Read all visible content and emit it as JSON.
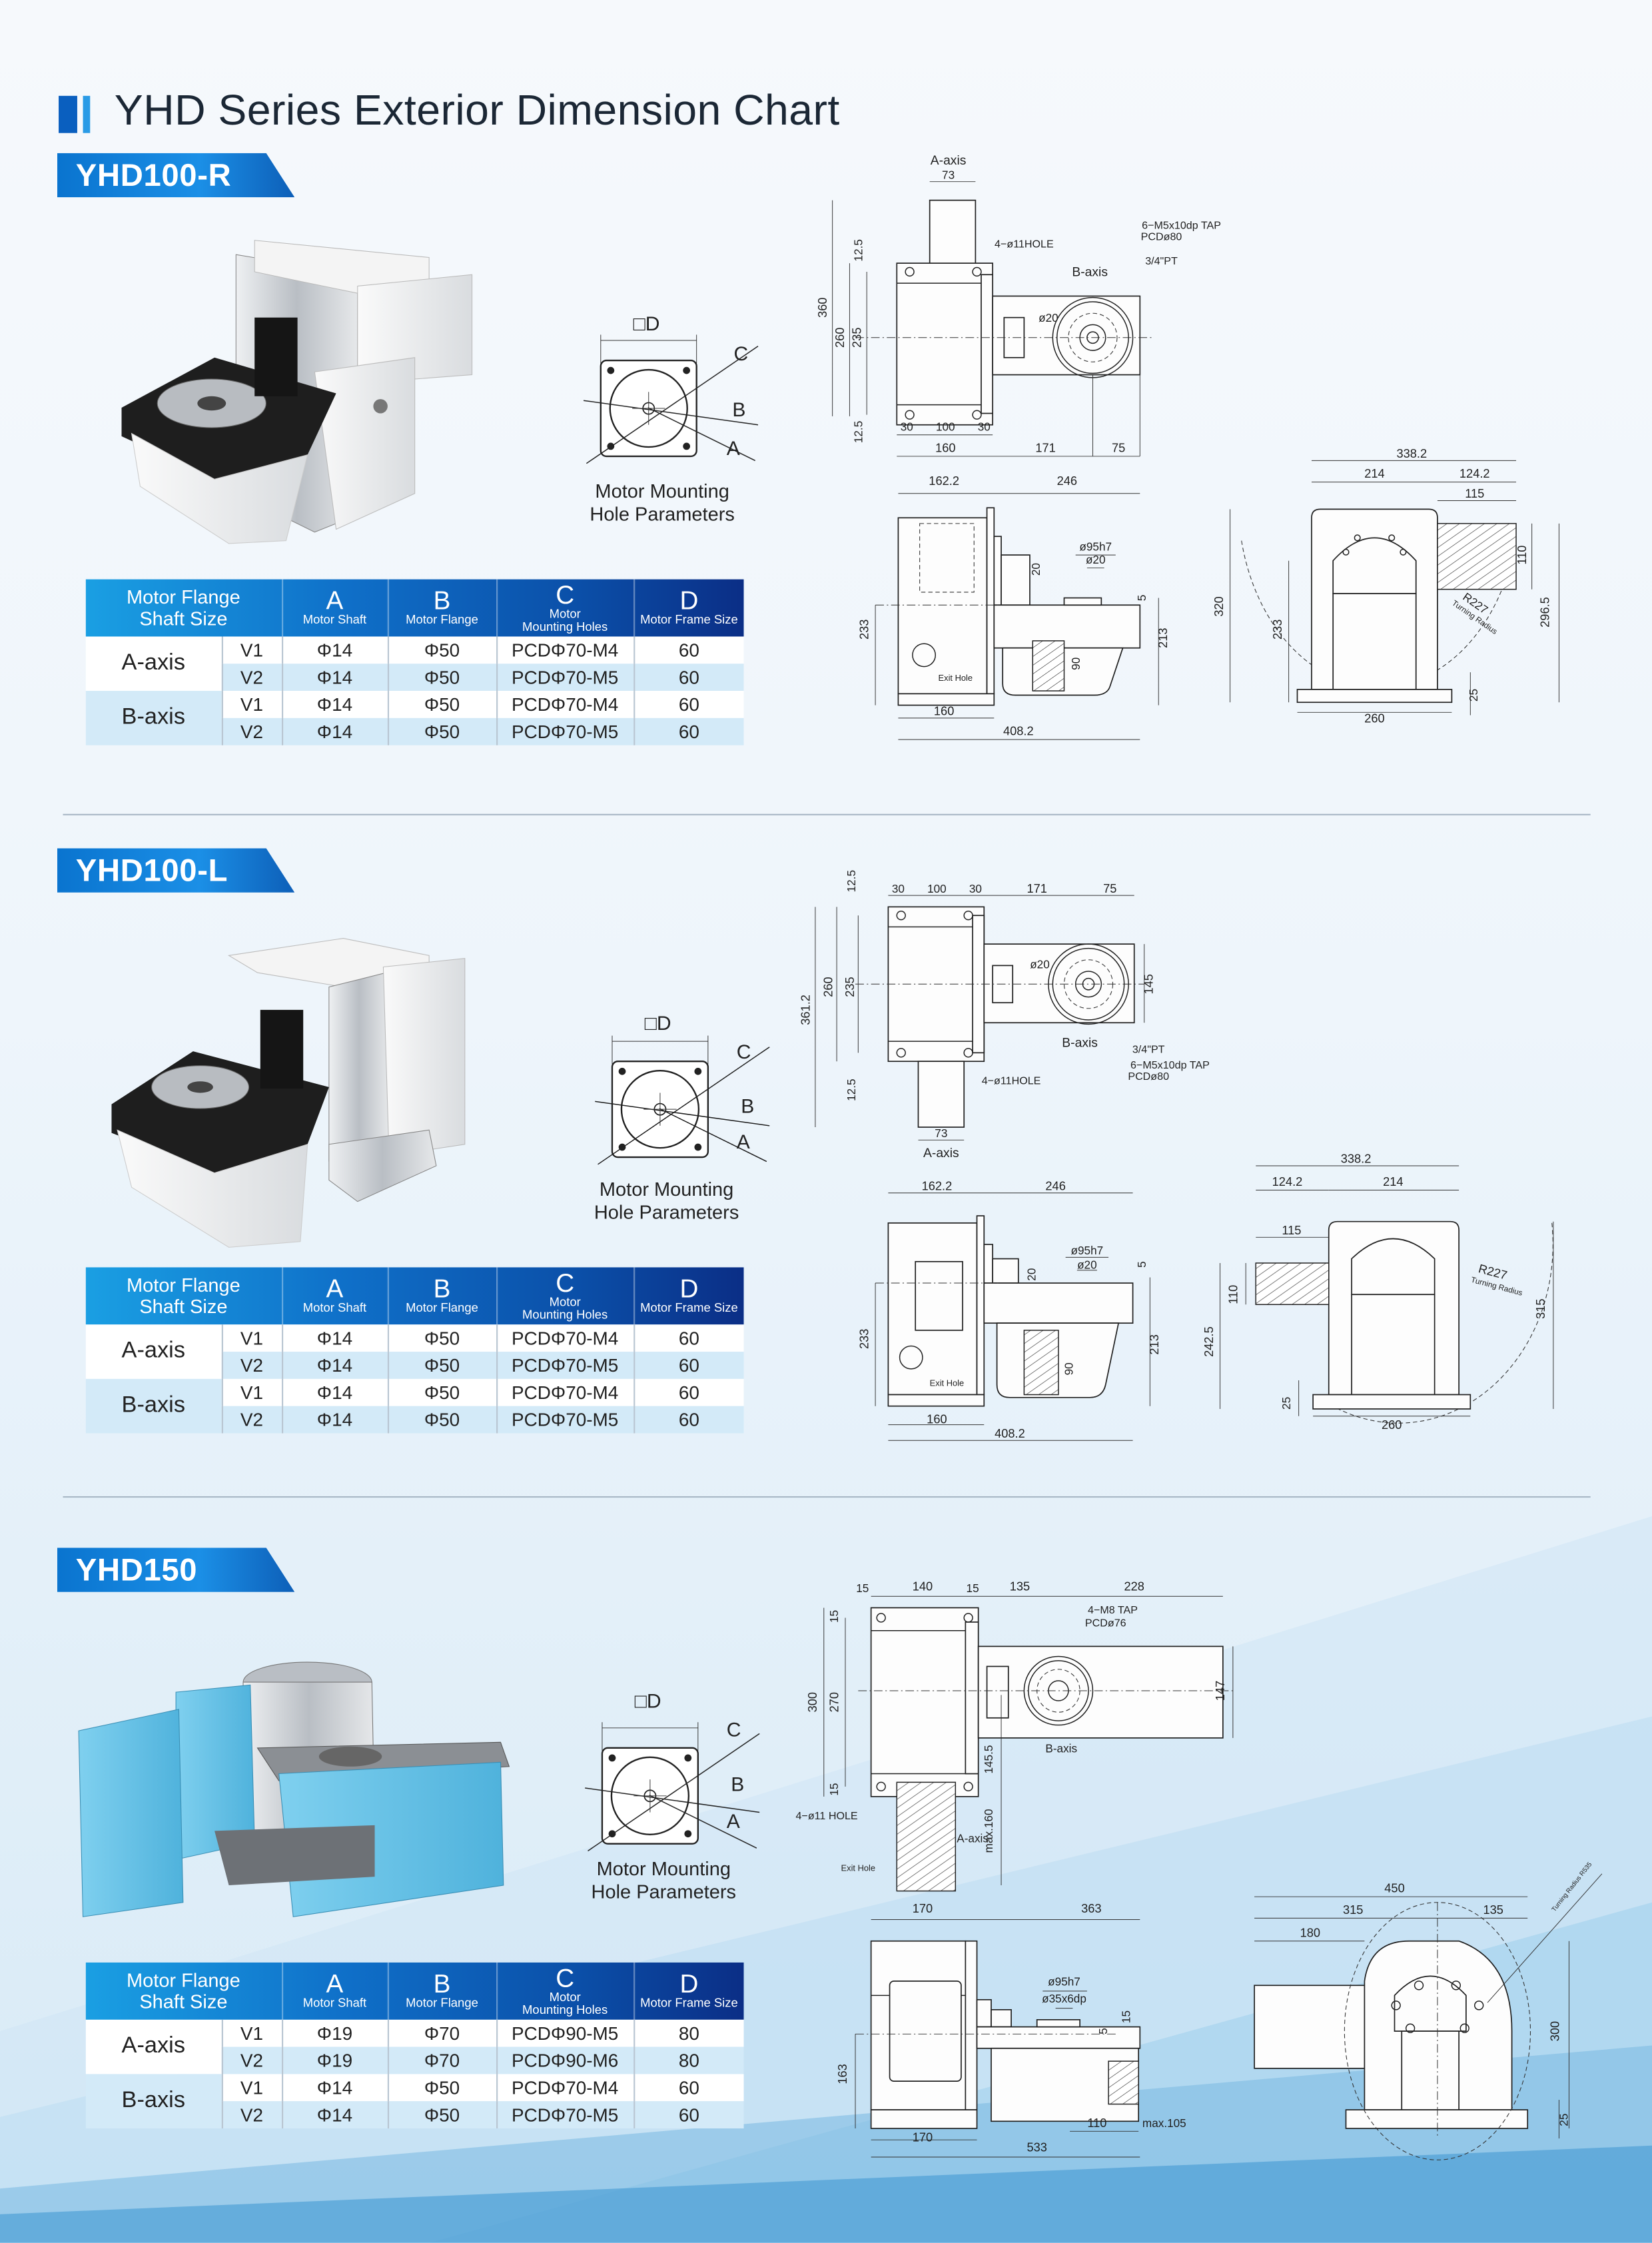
{
  "title": "YHD Series Exterior Dimension Chart",
  "table_header": {
    "first": [
      "Motor Flange",
      "Shaft Size"
    ],
    "cols": [
      {
        "letter": "A",
        "sub": [
          "Motor Shaft"
        ]
      },
      {
        "letter": "B",
        "sub": [
          "Motor Flange"
        ]
      },
      {
        "letter": "C",
        "sub": [
          "Motor",
          "Mounting Holes"
        ]
      },
      {
        "letter": "D",
        "sub": [
          "Motor Frame Size"
        ]
      }
    ]
  },
  "motor_diagram": {
    "d_label": "□D",
    "c": "C",
    "b": "B",
    "a": "A",
    "caption": [
      "Motor Mounting",
      "Hole Parameters"
    ]
  },
  "sections": [
    {
      "name": "YHD100-R",
      "table": [
        {
          "axis": "A-axis",
          "rows": [
            {
              "v": "V1",
              "a": "Φ14",
              "b": "Φ50",
              "c": "PCDΦ70-M4",
              "d": "60"
            },
            {
              "v": "V2",
              "a": "Φ14",
              "b": "Φ50",
              "c": "PCDΦ70-M5",
              "d": "60"
            }
          ]
        },
        {
          "axis": "B-axis",
          "rows": [
            {
              "v": "V1",
              "a": "Φ14",
              "b": "Φ50",
              "c": "PCDΦ70-M4",
              "d": "60"
            },
            {
              "v": "V2",
              "a": "Φ14",
              "b": "Φ50",
              "c": "PCDΦ70-M5",
              "d": "60"
            }
          ]
        }
      ],
      "drawings": {
        "top": [
          "A-axis",
          "73",
          "360",
          "260",
          "235",
          "12.5",
          "12.5",
          "30",
          "100",
          "30",
          "160",
          "171",
          "75",
          "4−ø11HOLE",
          "6−M5x10dp  TAP",
          "PCDø80",
          "3/4\"PT",
          "B-axis",
          "ø20"
        ],
        "side": [
          "162.2",
          "246",
          "ø95h7",
          "ø20",
          "20",
          "5",
          "233",
          "213",
          "90",
          "Exit Hole",
          "160",
          "408.2"
        ],
        "front": [
          "338.2",
          "214",
          "124.2",
          "115",
          "110",
          "320",
          "233",
          "296.5",
          "R227",
          "Turning Radius",
          "25",
          "260"
        ]
      }
    },
    {
      "name": "YHD100-L",
      "table": [
        {
          "axis": "A-axis",
          "rows": [
            {
              "v": "V1",
              "a": "Φ14",
              "b": "Φ50",
              "c": "PCDΦ70-M4",
              "d": "60"
            },
            {
              "v": "V2",
              "a": "Φ14",
              "b": "Φ50",
              "c": "PCDΦ70-M5",
              "d": "60"
            }
          ]
        },
        {
          "axis": "B-axis",
          "rows": [
            {
              "v": "V1",
              "a": "Φ14",
              "b": "Φ50",
              "c": "PCDΦ70-M4",
              "d": "60"
            },
            {
              "v": "V2",
              "a": "Φ14",
              "b": "Φ50",
              "c": "PCDΦ70-M5",
              "d": "60"
            }
          ]
        }
      ],
      "drawings": {
        "top": [
          "12.5",
          "30",
          "100",
          "30",
          "171",
          "75",
          "361.2",
          "260",
          "235",
          "145",
          "12.5",
          "ø20",
          "B-axis",
          "3/4\"PT",
          "6−M5x10dp  TAP",
          "PCDø80",
          "4−ø11HOLE",
          "73",
          "A-axis"
        ],
        "side": [
          "162.2",
          "246",
          "ø95h7",
          "ø20",
          "20",
          "5",
          "233",
          "213",
          "90",
          "Exit Hole",
          "160",
          "408.2"
        ],
        "front": [
          "338.2",
          "124.2",
          "214",
          "115",
          "R227",
          "Turning Radius",
          "110",
          "242.5",
          "315",
          "25",
          "260"
        ]
      }
    },
    {
      "name": "YHD150",
      "table": [
        {
          "axis": "A-axis",
          "rows": [
            {
              "v": "V1",
              "a": "Φ19",
              "b": "Φ70",
              "c": "PCDΦ90-M5",
              "d": "80"
            },
            {
              "v": "V2",
              "a": "Φ19",
              "b": "Φ70",
              "c": "PCDΦ90-M6",
              "d": "80"
            }
          ]
        },
        {
          "axis": "B-axis",
          "rows": [
            {
              "v": "V1",
              "a": "Φ14",
              "b": "Φ50",
              "c": "PCDΦ70-M4",
              "d": "60"
            },
            {
              "v": "V2",
              "a": "Φ14",
              "b": "Φ50",
              "c": "PCDΦ70-M5",
              "d": "60"
            }
          ]
        }
      ],
      "drawings": {
        "top": [
          "15",
          "140",
          "15",
          "135",
          "228",
          "4−M8  TAP",
          "PCDø76",
          "15",
          "300",
          "270",
          "147",
          "B-axis",
          "145.5",
          "15",
          "4−ø11  HOLE",
          "A-axis",
          "max.160",
          "Exit Hole"
        ],
        "side": [
          "170",
          "363",
          "ø95h7",
          "ø35x6dp",
          "15",
          "5",
          "163",
          "110",
          "max.105",
          "170",
          "533"
        ],
        "front": [
          "450",
          "315",
          "135",
          "180",
          "Turning Radius R535",
          "300",
          "25"
        ]
      }
    }
  ],
  "colors": {
    "accent": "#0a74cf",
    "header_dark": "#0b2e86",
    "row_alt": "#d3eaf8"
  }
}
